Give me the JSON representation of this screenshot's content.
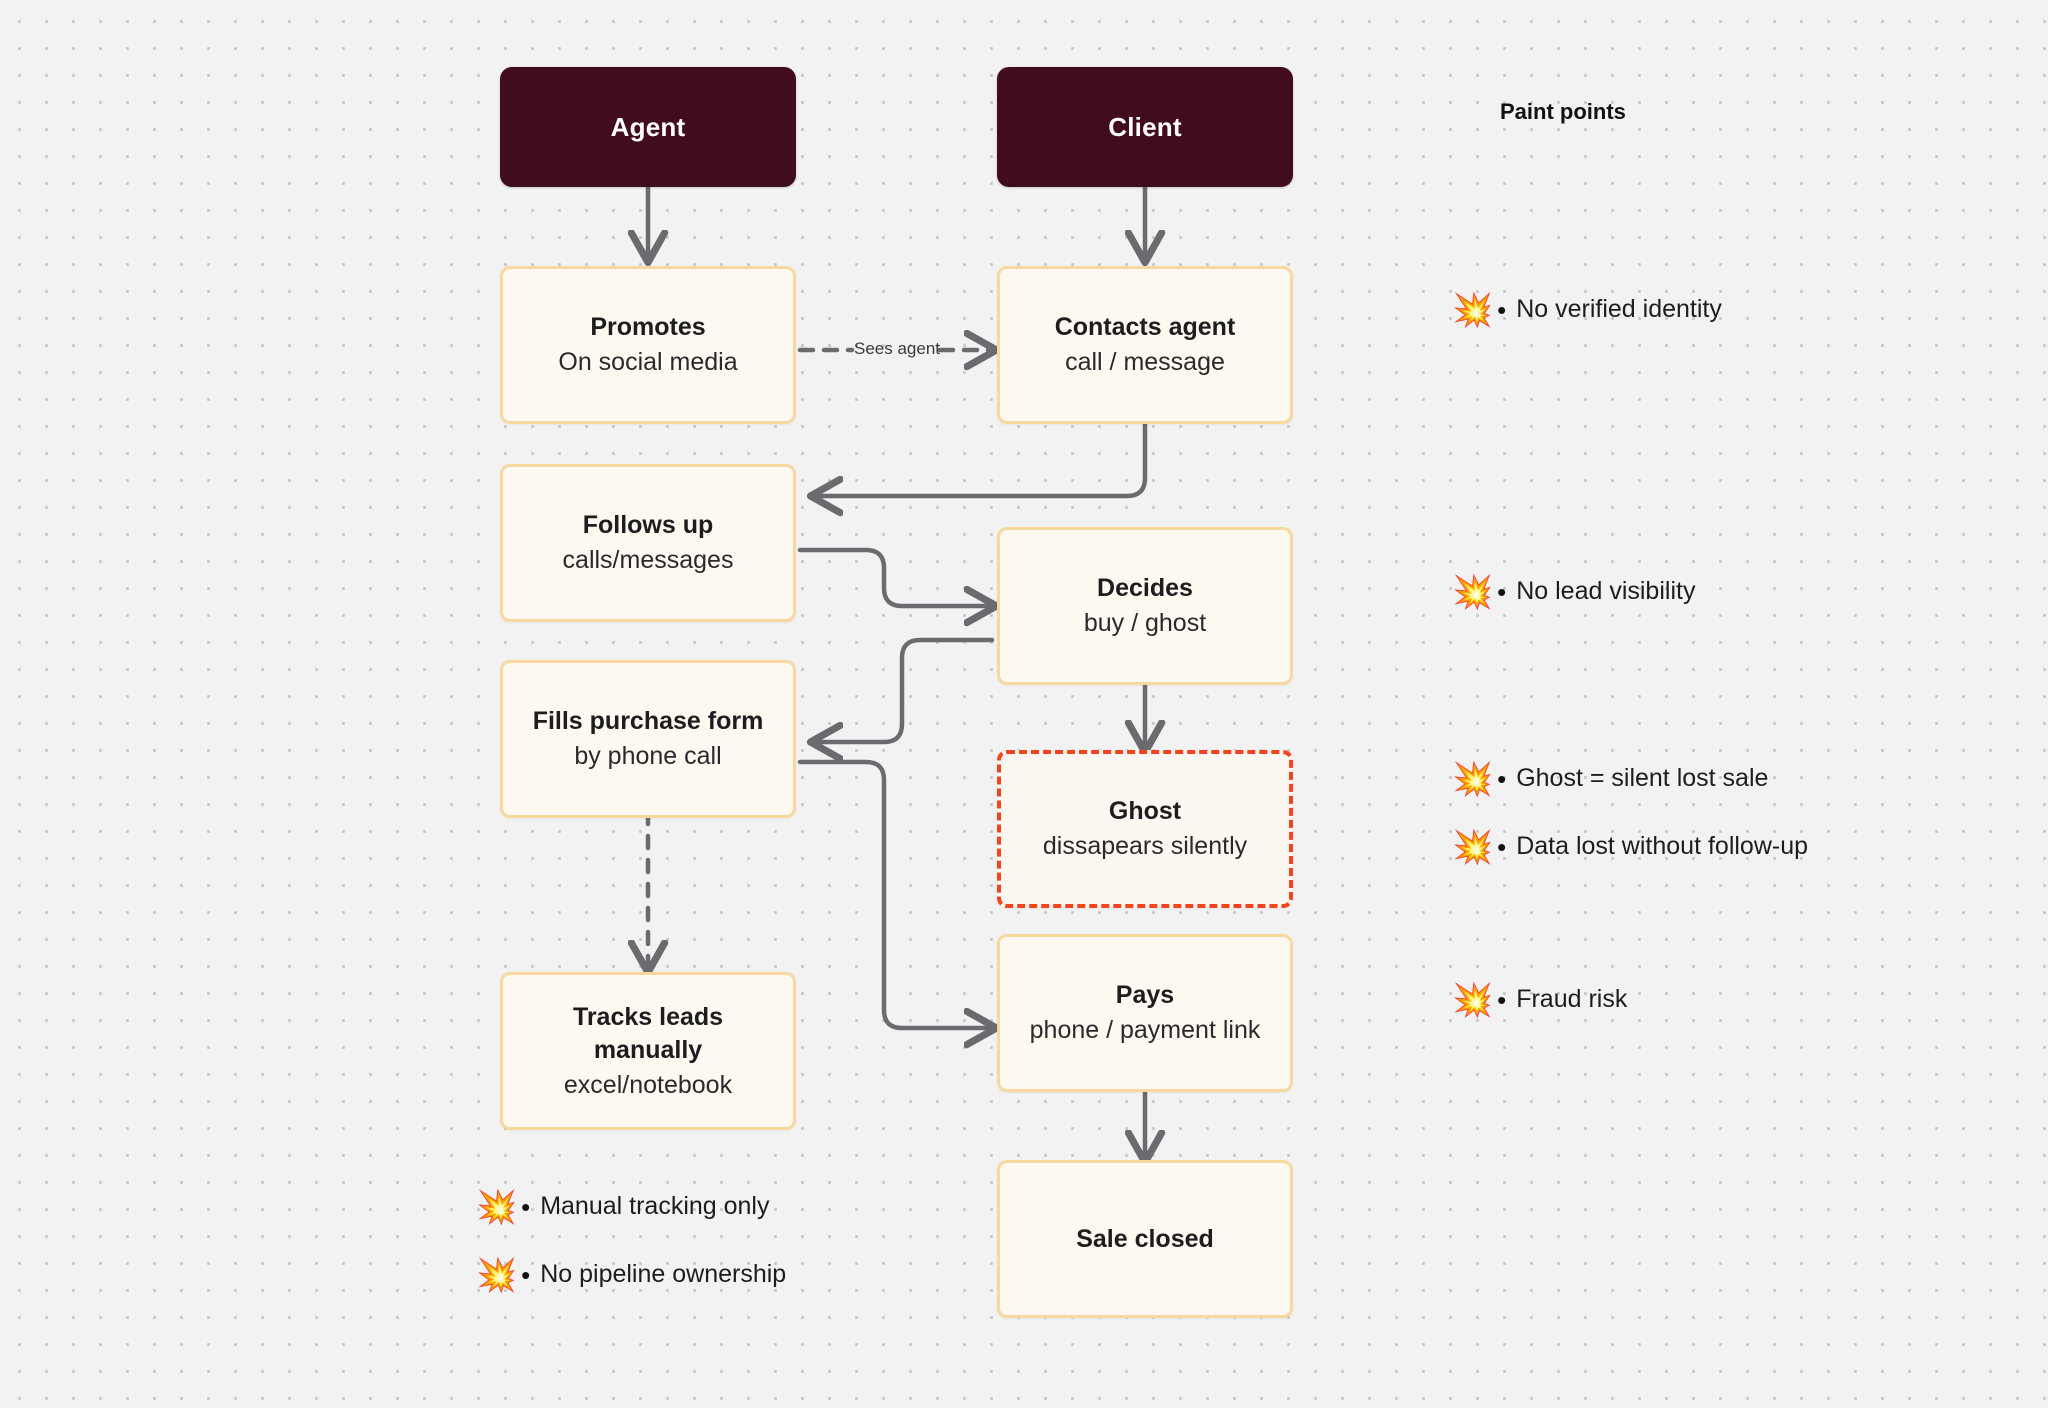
{
  "canvas": {
    "background": "#f2f2f2",
    "dot_color": "#c9c9c9"
  },
  "colors": {
    "lane_header_bg": "#410d1c",
    "lane_header_text": "#ffffff",
    "step_bg": "#fdf8f0",
    "step_border": "#f7d9a0",
    "danger_border": "#f4441e",
    "arrow": "#6b6b6f",
    "text": "#1d1d1f"
  },
  "lanes": [
    {
      "label": "Agent"
    },
    {
      "label": "Client"
    }
  ],
  "steps": {
    "promotes": {
      "title": "Promotes",
      "sub": "On social media"
    },
    "follows_up": {
      "title": "Follows up",
      "sub": "calls/messages"
    },
    "fills_form": {
      "title": "Fills purchase form",
      "sub": "by phone call"
    },
    "tracks": {
      "title": "Tracks leads",
      "title2": "manually",
      "sub": "excel/notebook"
    },
    "contacts": {
      "title": "Contacts agent",
      "sub": "call / message"
    },
    "decides": {
      "title": "Decides",
      "sub": "buy / ghost"
    },
    "ghost": {
      "title": "Ghost",
      "sub": "dissapears silently"
    },
    "pays": {
      "title": "Pays",
      "sub": "phone / payment link"
    },
    "sale": {
      "title": "Sale closed",
      "sub": ""
    }
  },
  "edges": {
    "sees_agent_label": "Sees agent"
  },
  "pain_points": {
    "heading": "Paint points",
    "icon": "collision-burst-icon",
    "bullet": "•",
    "burst": "💥",
    "right_items": [
      {
        "text": "No verified identity"
      },
      {
        "text": "No lead visibility"
      },
      {
        "text": "Ghost = silent lost sale"
      },
      {
        "text": "Data lost without follow-up"
      },
      {
        "text": "Fraud risk"
      }
    ],
    "bottom_items": [
      {
        "text": "Manual tracking only"
      },
      {
        "text": "No pipeline ownership"
      }
    ]
  }
}
